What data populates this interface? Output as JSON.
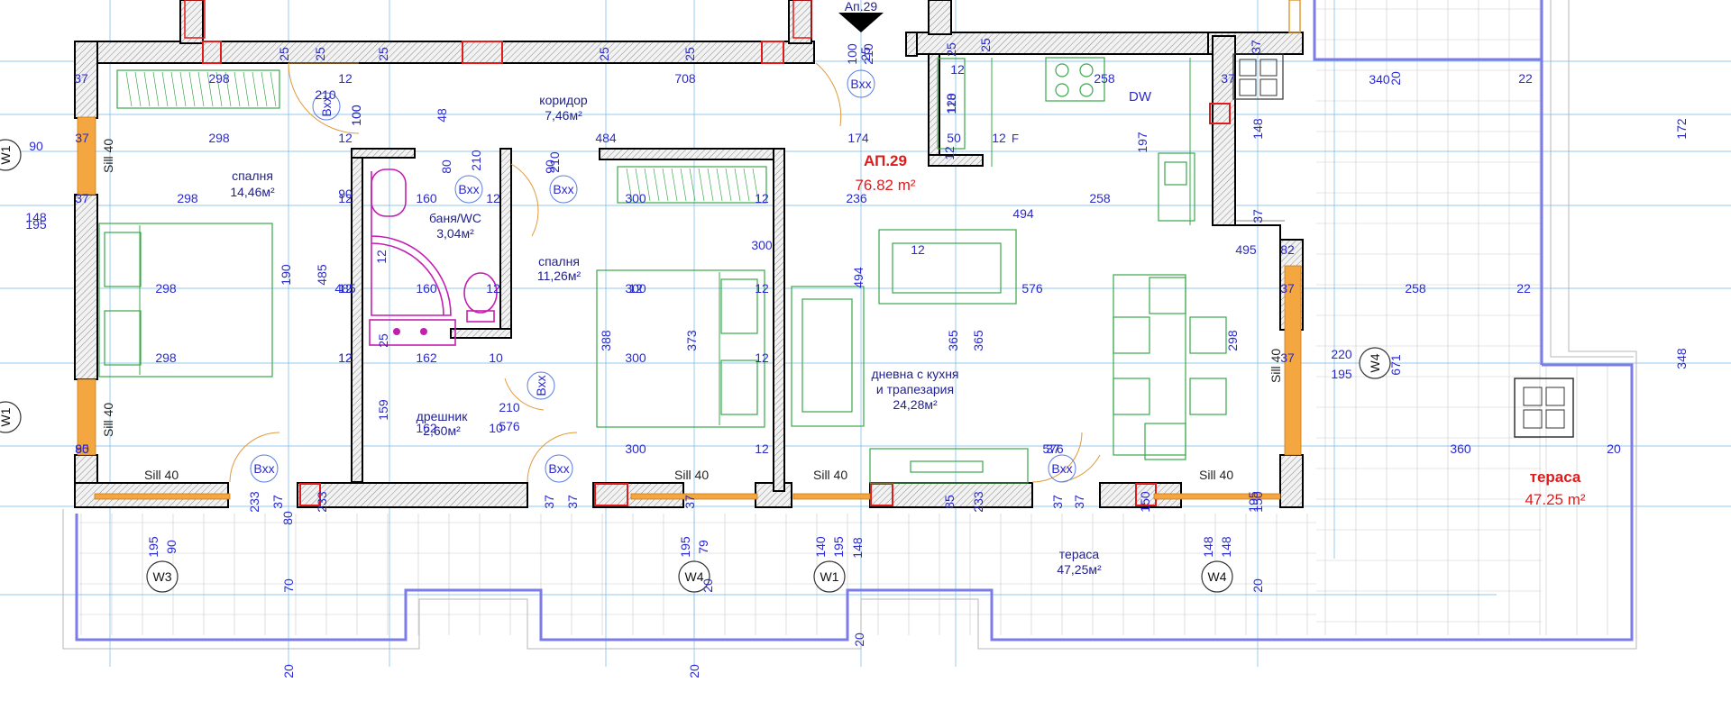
{
  "apartment": {
    "pointer_label": "Ап.29",
    "title": "АП.29",
    "area": "76.82 m²"
  },
  "terrace_label": {
    "title": "тераса",
    "area": "47.25 m²"
  },
  "rooms": [
    {
      "id": "bedroom1",
      "name": "спалня",
      "area": "14,46м²"
    },
    {
      "id": "corridor",
      "name": "коридор",
      "area": "7,46м²"
    },
    {
      "id": "bathroom",
      "name": "баня/WC",
      "area": "3,04м²"
    },
    {
      "id": "bedroom2",
      "name": "спалня",
      "area": "11,26м²"
    },
    {
      "id": "closet",
      "name": "дрешник",
      "area": "2,60м²"
    },
    {
      "id": "living",
      "name": "дневна с кухня",
      "name2": "и трапезария",
      "area": "24,28м²"
    },
    {
      "id": "terrace",
      "name": "тераса",
      "area": "47,25м²"
    }
  ],
  "window_tags": [
    "W1",
    "W1",
    "W3",
    "W4",
    "W1",
    "W4",
    "W4"
  ],
  "door_tags": [
    "Вхх",
    "Вхх",
    "Вхх",
    "Вхх",
    "Вхх",
    "Вхх",
    "Вхх",
    "Вхх"
  ],
  "sill_label": "Sill 40",
  "kitchen_label": "DW",
  "fridge_label": "F",
  "dimensions": [
    "25",
    "25",
    "25",
    "25",
    "25",
    "100",
    "25",
    "210",
    "25",
    "25",
    "37",
    "37",
    "298",
    "12",
    "708",
    "258",
    "37",
    "340",
    "20",
    "22",
    "172",
    "90",
    "210",
    "100",
    "100",
    "48",
    "120",
    "118",
    "12",
    "197",
    "148",
    "298",
    "12",
    "80",
    "210",
    "90",
    "210",
    "484",
    "174",
    "12",
    "50",
    "12",
    "37",
    "298",
    "12",
    "160",
    "12",
    "300",
    "12",
    "236",
    "494",
    "258",
    "37",
    "148",
    "195",
    "90",
    "12",
    "190",
    "485",
    "485",
    "12",
    "300",
    "12",
    "494",
    "495",
    "82",
    "37",
    "298",
    "12",
    "160",
    "12",
    "300",
    "12",
    "373",
    "388",
    "576",
    "258",
    "22",
    "37",
    "12",
    "25",
    "162",
    "10",
    "300",
    "12",
    "365",
    "365",
    "298",
    "37",
    "220",
    "195",
    "671",
    "348",
    "298",
    "12",
    "159",
    "162",
    "10",
    "300",
    "12",
    "576",
    "360",
    "20",
    "90",
    "210",
    "576",
    "37",
    "85",
    "233",
    "37",
    "80",
    "233",
    "37",
    "37",
    "37",
    "85",
    "233",
    "37",
    "37",
    "150",
    "195",
    "150",
    "195",
    "90",
    "195",
    "79",
    "140",
    "195",
    "148",
    "148",
    "148",
    "70",
    "20",
    "20",
    "20",
    "20",
    "20"
  ]
}
